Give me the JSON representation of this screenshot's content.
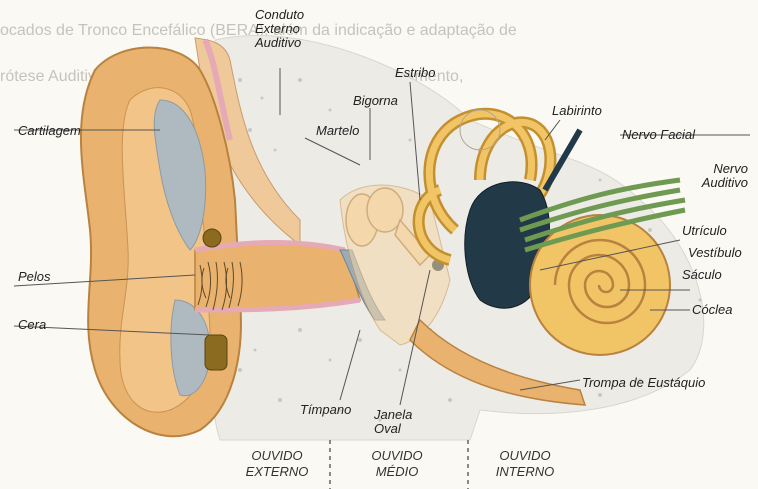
{
  "background_text": {
    "line1": "ocados de Tronco Encefálico (BERA), além da indicação e adaptação de",
    "line2": "rótese Auditiva, Orientação aos responsáveis, Acompanhamento,"
  },
  "labels": {
    "conduto": [
      "Conduto",
      "Externo",
      "Auditivo"
    ],
    "estribo": "Estribo",
    "bigorna": "Bigorna",
    "martelo": "Martelo",
    "cartilagem": "Cartilagem",
    "labirinto": "Labirinto",
    "nervo_facial": "Nervo Facial",
    "nervo_auditivo": [
      "Nervo",
      "Auditivo"
    ],
    "utriculo": "Utrículo",
    "vestibulo": "Vestíbulo",
    "saculo": "Sáculo",
    "coclea": "Cóclea",
    "pelos": "Pelos",
    "cera": "Cera",
    "trompa": "Trompa de Eustáquio",
    "timpano": "Tímpano",
    "janela_oval": [
      "Janela",
      "Oval"
    ]
  },
  "sections": {
    "externo": [
      "OUVIDO",
      "EXTERNO"
    ],
    "medio": [
      "OUVIDO",
      "MÉDIO"
    ],
    "interno": [
      "OUVIDO",
      "INTERNO"
    ]
  },
  "colors": {
    "skin": "#e9b26e",
    "skin_dark": "#c98a48",
    "canal_pink": "#e8a8b4",
    "bone_gray": "#e7e5df",
    "inner_gray": "#a9b4bb",
    "nerve_green": "#6f9a52",
    "vestibule_dark": "#223a48",
    "cochlea": "#f1c566"
  }
}
